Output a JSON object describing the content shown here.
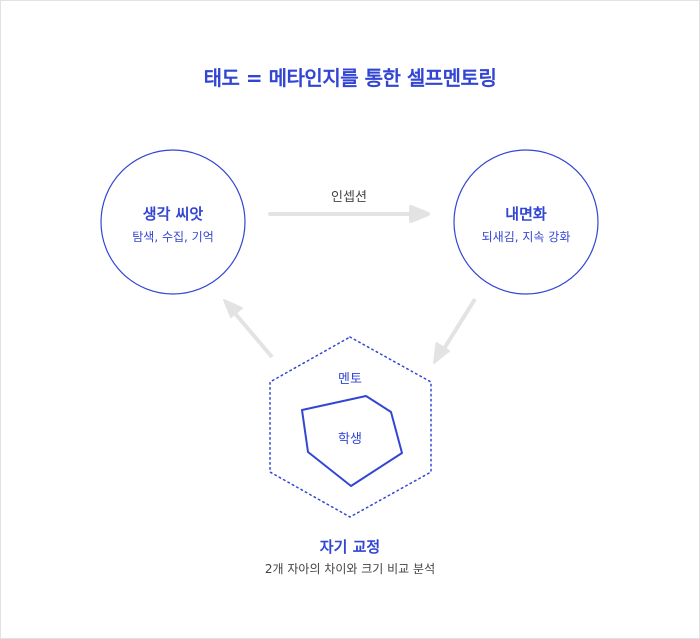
{
  "title": "태도 = 메타인지를 통한 셀프멘토링",
  "nodes": {
    "seed": {
      "title": "생각 씨앗",
      "subtitle": "탐색, 수집, 기억"
    },
    "internalize": {
      "title": "내면화",
      "subtitle": "되새김, 지속 강화"
    }
  },
  "arrow_label": "인셉션",
  "self_correction": {
    "outer_label": "멘토",
    "inner_label": "학생",
    "title": "자기 교정",
    "subtitle": "2개 자아의 차이와 크기 비교 분석"
  },
  "colors": {
    "accent": "#3346d3",
    "arrow": "#e3e3e3",
    "text_muted": "#444444"
  }
}
